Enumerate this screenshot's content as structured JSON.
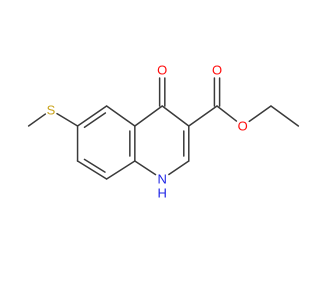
{
  "structure": {
    "atoms": {
      "O_keto": {
        "symbol": "O",
        "color": "#ff0d0d"
      },
      "O_carbonyl": {
        "symbol": "O",
        "color": "#ff0d0d"
      },
      "O_ester": {
        "symbol": "O",
        "color": "#ff0d0d"
      },
      "S": {
        "symbol": "S",
        "color": "#c8a21a"
      },
      "N": {
        "symbol": "N",
        "color": "#1e24e6"
      },
      "H_on_N": {
        "symbol": "H",
        "color": "#1e24e6"
      }
    },
    "bond_color": "#3a3a3a"
  }
}
